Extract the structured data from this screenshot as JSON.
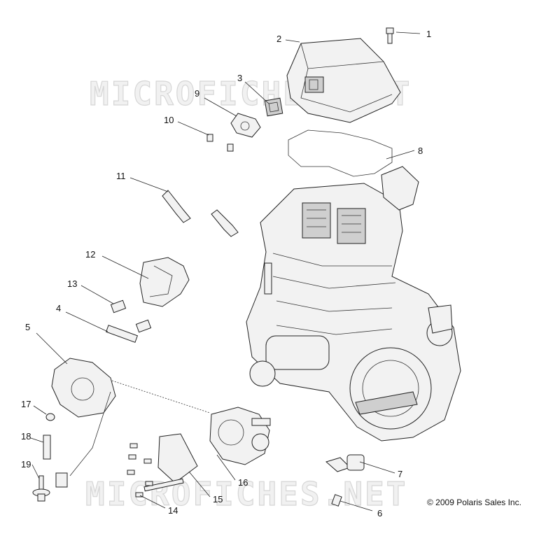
{
  "watermark": "MICROFICHES.NET",
  "copyright": "© 2009 Polaris Sales Inc.",
  "callouts": [
    "1",
    "2",
    "3",
    "4",
    "5",
    "6",
    "7",
    "8",
    "9",
    "10",
    "11",
    "12",
    "13",
    "14",
    "15",
    "16",
    "17",
    "18",
    "19"
  ]
}
